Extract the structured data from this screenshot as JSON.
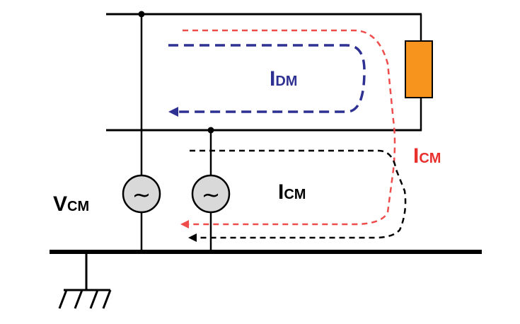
{
  "labels": {
    "i_dm": {
      "main": "I",
      "sub": "DM"
    },
    "i_cm_black": {
      "main": "I",
      "sub": "CM"
    },
    "i_cm_red": {
      "main": "I",
      "sub": "CM"
    },
    "v_cm": {
      "main": "V",
      "sub": "CM"
    }
  },
  "sources": [
    {
      "symbol": "~"
    },
    {
      "symbol": "~"
    }
  ],
  "colors": {
    "wire": "#000000",
    "dm_path": "#2e3192",
    "cm_path_red": "#ef4c4c",
    "cm_path_black": "#000000",
    "load_fill": "#f7941d",
    "source_fill": "#d9d9d9",
    "label_blue": "#2e3192",
    "label_red": "#e8302d",
    "label_black": "#000000"
  }
}
